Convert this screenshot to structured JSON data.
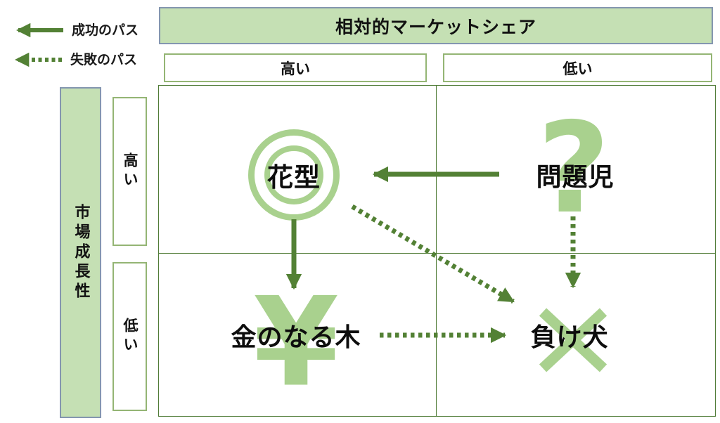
{
  "diagram_type": "BCG growth-share matrix",
  "legend": {
    "success": "成功のパス",
    "failure": "失敗のパス"
  },
  "x_axis": {
    "title": "相対的マーケットシェア",
    "high": "高い",
    "low": "低い"
  },
  "y_axis": {
    "title": "市場成長性",
    "high": "高い",
    "low": "低い"
  },
  "quadrants": {
    "star": {
      "label": "花型",
      "symbol": "double-circle"
    },
    "question_mark": {
      "label": "問題児",
      "symbol": "?",
      "symbol_char": "?"
    },
    "cash_cow": {
      "label": "金のなる木",
      "symbol": "yen-sign",
      "symbol_char": "¥"
    },
    "dog": {
      "label": "負け犬",
      "symbol": "cross"
    }
  },
  "arrows": {
    "solid": [
      "問題児→花型",
      "花型→金のなる木"
    ],
    "dotted": [
      "花型→負け犬",
      "問題児→負け犬",
      "金のなる木→負け犬"
    ]
  },
  "colors": {
    "header_fill": "#c5e0b4",
    "symbol_green": "#a9d18e",
    "arrow_dark_green": "#538135",
    "header_border_blue": "#8496b0",
    "grid_green": "#4e7a35"
  }
}
